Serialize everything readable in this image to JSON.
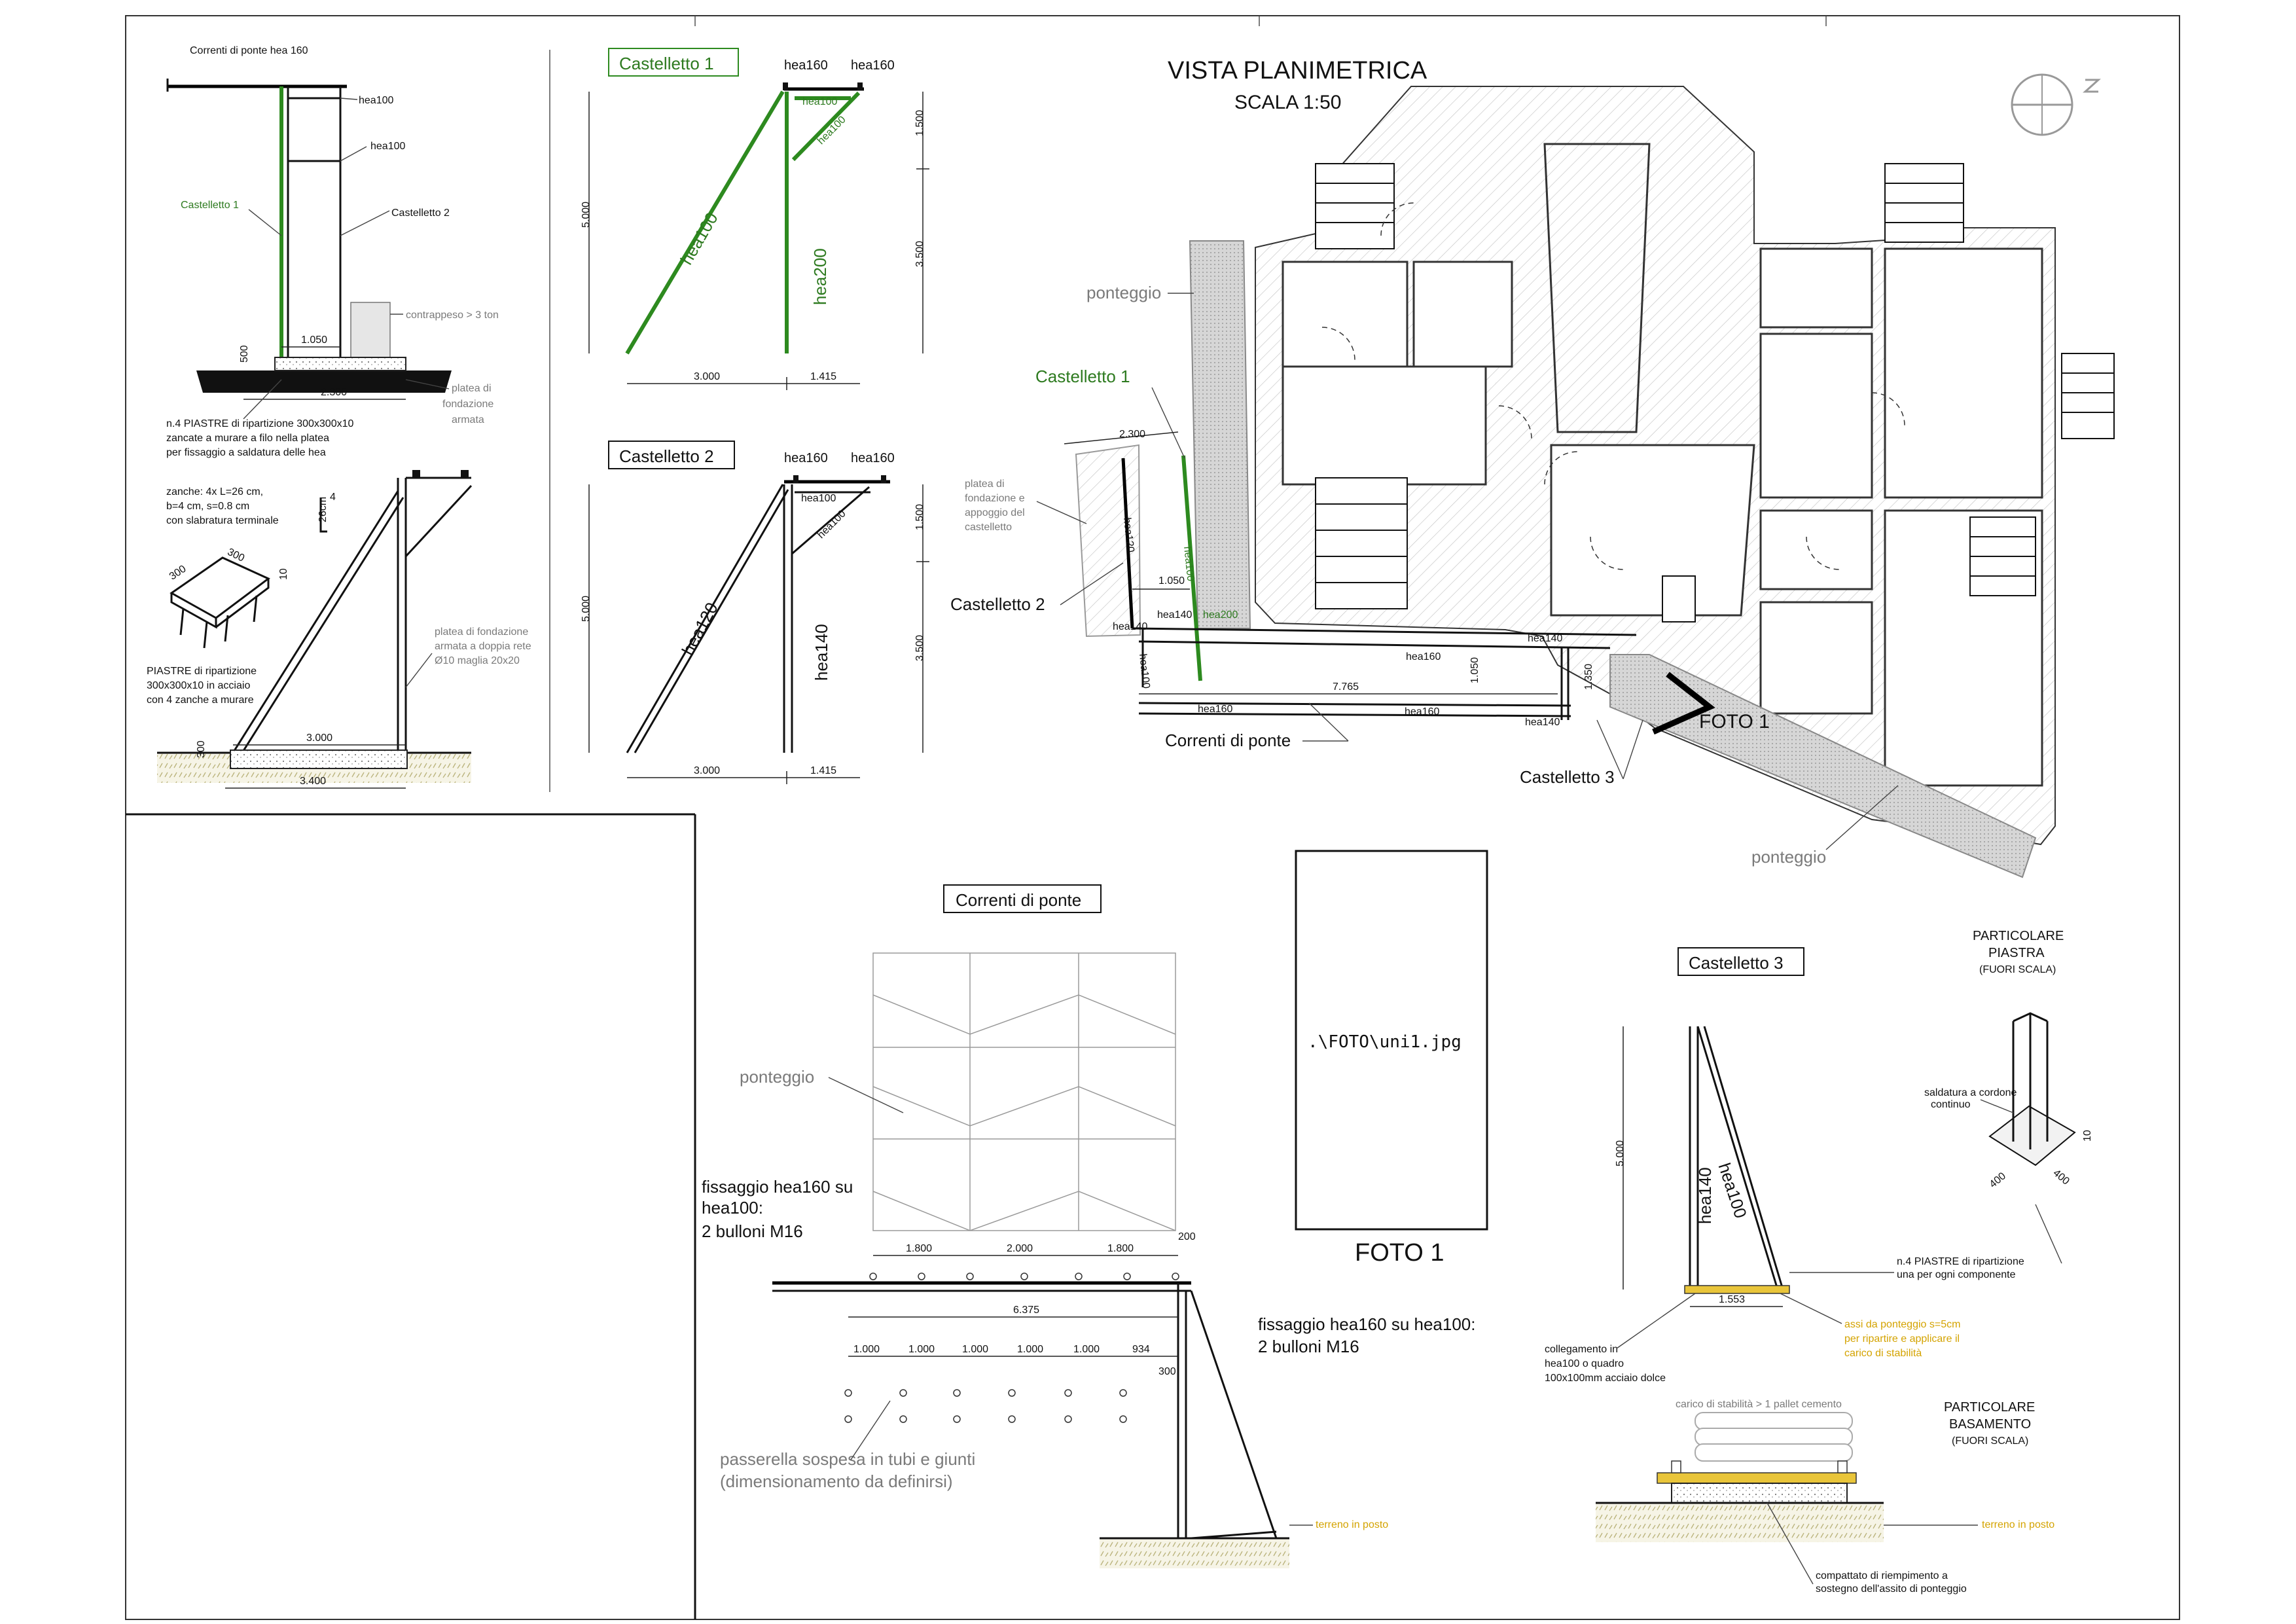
{
  "sections": {
    "plan_title": "VISTA PLANIMETRICA",
    "plan_scale": "SCALA 1:50",
    "castelletto1": "Castelletto 1",
    "castelletto2": "Castelletto 2",
    "castelletto3": "Castelletto 3",
    "correnti": "Correnti di ponte",
    "foto_caption": "FOTO 1",
    "foto_path": ".\\FOTO\\uni1.jpg",
    "particolare_piastra": [
      "PARTICOLARE",
      "PIASTRA",
      "(FUORI SCALA)"
    ],
    "particolare_basamento": [
      "PARTICOLARE",
      "BASAMENTO",
      "(FUORI SCALA)"
    ]
  },
  "overview": {
    "correnti_label": "Correnti di ponte hea 160",
    "hea100_a": "hea100",
    "hea100_b": "hea100",
    "castelletto1": "Castelletto 1",
    "castelletto2": "Castelletto 2",
    "contrappeso": "contrappeso > 3 ton",
    "dim_1050": "1.050",
    "dim_2300": "2.300",
    "dim_500": "500",
    "platea": [
      "platea di",
      "fondazione",
      "armata"
    ],
    "piastre_note": [
      "n.4  PIASTRE di ripartizione 300x300x10",
      "zancate a murare a filo nella platea",
      "per fissaggio a saldatura delle hea"
    ],
    "zanche_note": [
      "zanche: 4x L=26 cm,",
      "b=4 cm, s=0.8 cm",
      "con slabratura terminale"
    ],
    "zanca_26": "26cm",
    "zanca_4": "4",
    "piastra_300a": "300",
    "piastra_300b": "300",
    "piastra_10": "10",
    "piastre_small": [
      "PIASTRE di ripartizione",
      "300x300x10 in acciaio",
      "con 4 zanche a murare"
    ],
    "platea_rete": [
      "platea di fondazione",
      "armata a doppia rete",
      "Ø10 maglia 20x20"
    ],
    "dim_3000": "3.000",
    "dim_3400": "3.400",
    "dim_300": "300"
  },
  "c1": {
    "hea160a": "hea160",
    "hea160b": "hea160",
    "hea100_top": "hea100",
    "hea100_diag_small": "hea100",
    "hea100_long": "hea100",
    "hea200": "hea200",
    "dim_5000": "5.000",
    "dim_1500": "1.500",
    "dim_3500": "3.500",
    "dim_3000": "3.000",
    "dim_1415": "1.415"
  },
  "c2": {
    "hea160a": "hea160",
    "hea160b": "hea160",
    "hea100_top": "hea100",
    "hea100_diag_small": "hea100",
    "hea120": "hea120",
    "hea140": "hea140",
    "dim_5000": "5.000",
    "dim_1500": "1.500",
    "dim_3500": "3.500",
    "dim_3000": "3.000",
    "dim_1415": "1.415"
  },
  "plan": {
    "ponteggio_a": "ponteggio",
    "ponteggio_b": "ponteggio",
    "castelletto1": "Castelletto 1",
    "castelletto2": "Castelletto 2",
    "castelletto3": "Castelletto 3",
    "correnti": "Correnti di ponte",
    "foto": "FOTO 1",
    "platea": [
      "platea di",
      "fondazione e",
      "appoggio del",
      "castelletto"
    ],
    "dim_2300": "2.300",
    "dim_1050": "1.050",
    "dim_7765": "7.765",
    "dim_1050b": "1.050",
    "dim_1350": "1.350",
    "hea120": "hea120",
    "hea200": "hea200",
    "hea100a": "hea100",
    "hea100b": "hea100",
    "hea140a": "hea140",
    "hea140b": "hea140",
    "hea140c": "hea140",
    "hea140d": "hea140",
    "hea160a": "hea160",
    "hea160b": "hea160",
    "hea160c": "hea160"
  },
  "correnti": {
    "ponteggio": "ponteggio",
    "fissaggio_left": [
      "fissaggio hea160 su",
      "hea100:",
      " 2 bulloni M16"
    ],
    "fissaggio_right": [
      "fissaggio hea160 su hea100:",
      " 2 bulloni M16"
    ],
    "passerella": [
      "passerella sospesa in tubi e giunti",
      "(dimensionamento da definirsi)"
    ],
    "terreno": "terreno in posto",
    "dim_top": [
      "1.800",
      "2.000",
      "1.800",
      "200"
    ],
    "dim_6375": "6.375",
    "dim_bottom": [
      "1.000",
      "1.000",
      "1.000",
      "1.000",
      "1.000",
      "934"
    ],
    "dim_300": "300"
  },
  "c3": {
    "hea140": "hea140",
    "hea100": "hea100",
    "dim_5000": "5.000",
    "dim_1553": "1.553",
    "piastre": [
      "n.4  PIASTRE di ripartizione",
      "una per ogni componente"
    ],
    "collegamento": [
      "collegamento in",
      "hea100 o quadro",
      "100x100mm acciaio dolce"
    ],
    "assi": [
      "assi da ponteggio s=5cm",
      "per ripartire e applicare il",
      "carico di stabilità"
    ],
    "carico": "carico di stabilità > 1 pallet cemento",
    "terreno": "terreno in posto",
    "compattato": [
      "compattato di riempimento a",
      "sostegno dell'assito di ponteggio"
    ],
    "saldatura": [
      "saldatura a cordone",
      "continuo"
    ],
    "dim_400a": "400",
    "dim_400b": "400",
    "dim_10": "10"
  }
}
